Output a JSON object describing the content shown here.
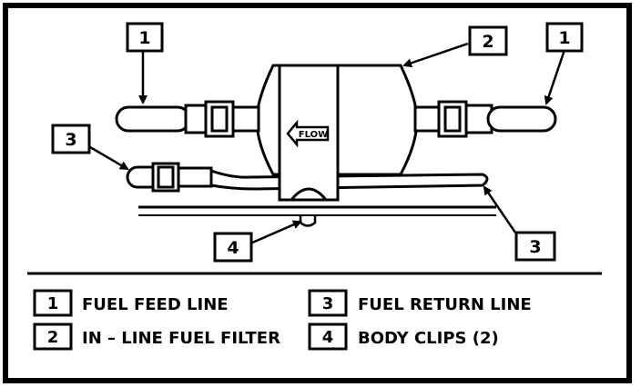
{
  "diagram": {
    "flow_label": "FLOW",
    "callouts": [
      {
        "id": "callout-1-left",
        "number": "1"
      },
      {
        "id": "callout-2",
        "number": "2"
      },
      {
        "id": "callout-1-right",
        "number": "1"
      },
      {
        "id": "callout-3-left",
        "number": "3"
      },
      {
        "id": "callout-4",
        "number": "4"
      },
      {
        "id": "callout-3-right",
        "number": "3"
      }
    ]
  },
  "legend": {
    "items": [
      {
        "number": "1",
        "label": "FUEL FEED LINE"
      },
      {
        "number": "2",
        "label": "IN – LINE FUEL FILTER"
      },
      {
        "number": "3",
        "label": "FUEL RETURN LINE"
      },
      {
        "number": "4",
        "label": "BODY CLIPS (2)"
      }
    ]
  },
  "colors": {
    "ink": "#000000",
    "paper": "#ffffff"
  }
}
